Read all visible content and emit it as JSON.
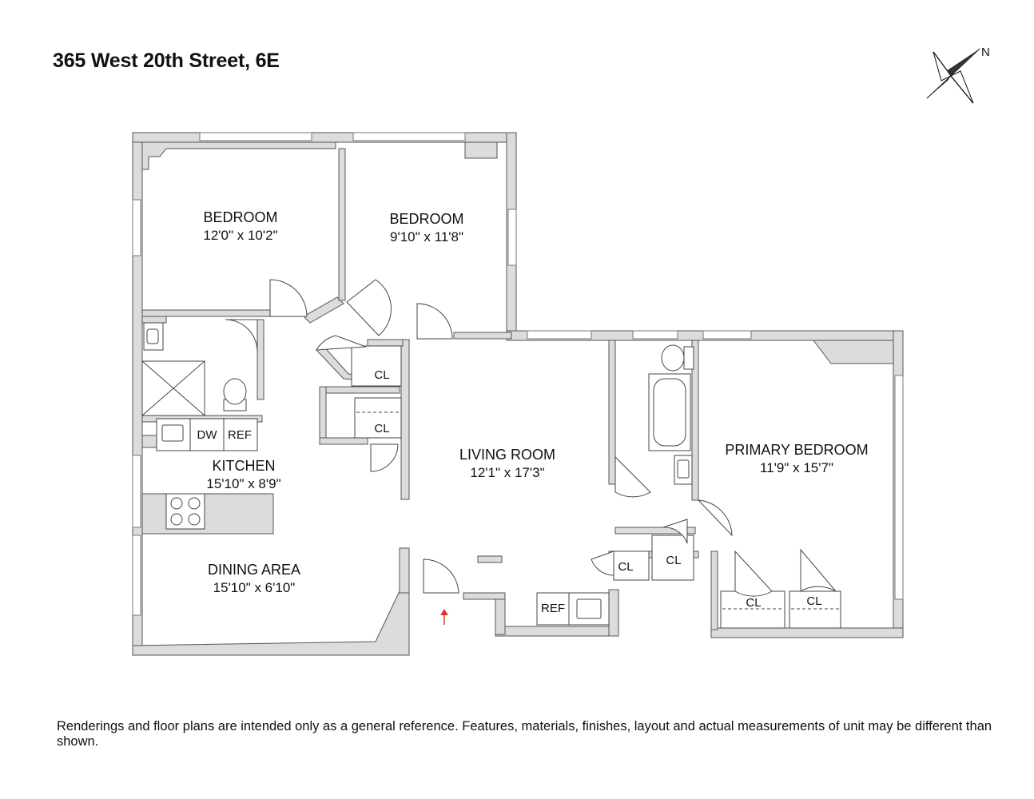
{
  "title": "365 West 20th Street, 6E",
  "compass": {
    "label": "N",
    "icon": "compass-rose-icon"
  },
  "rooms": {
    "bedroom_1": {
      "name": "BEDROOM",
      "dims": "12'0\" x 10'2\""
    },
    "bedroom_2": {
      "name": "BEDROOM",
      "dims": "9'10\" x 11'8\""
    },
    "kitchen": {
      "name": "KITCHEN",
      "dims": "15'10\" x 8'9\""
    },
    "dining_area": {
      "name": "DINING AREA",
      "dims": "15'10\" x 6'10\""
    },
    "living_room": {
      "name": "LIVING ROOM",
      "dims": "12'1\" x 17'3\""
    },
    "primary_bedroom": {
      "name": "PRIMARY BEDROOM",
      "dims": "11'9\" x 15'7\""
    }
  },
  "labels": {
    "closet": "CL",
    "dishwasher": "DW",
    "refrigerator": "REF"
  },
  "colors": {
    "wall_fill": "#dcdcdc",
    "entry_arrow": "#d33a2c"
  },
  "disclaimer": "Renderings and floor plans are intended only as a general reference. Features, materials, finishes, layout and actual measurements of unit may be different than shown."
}
